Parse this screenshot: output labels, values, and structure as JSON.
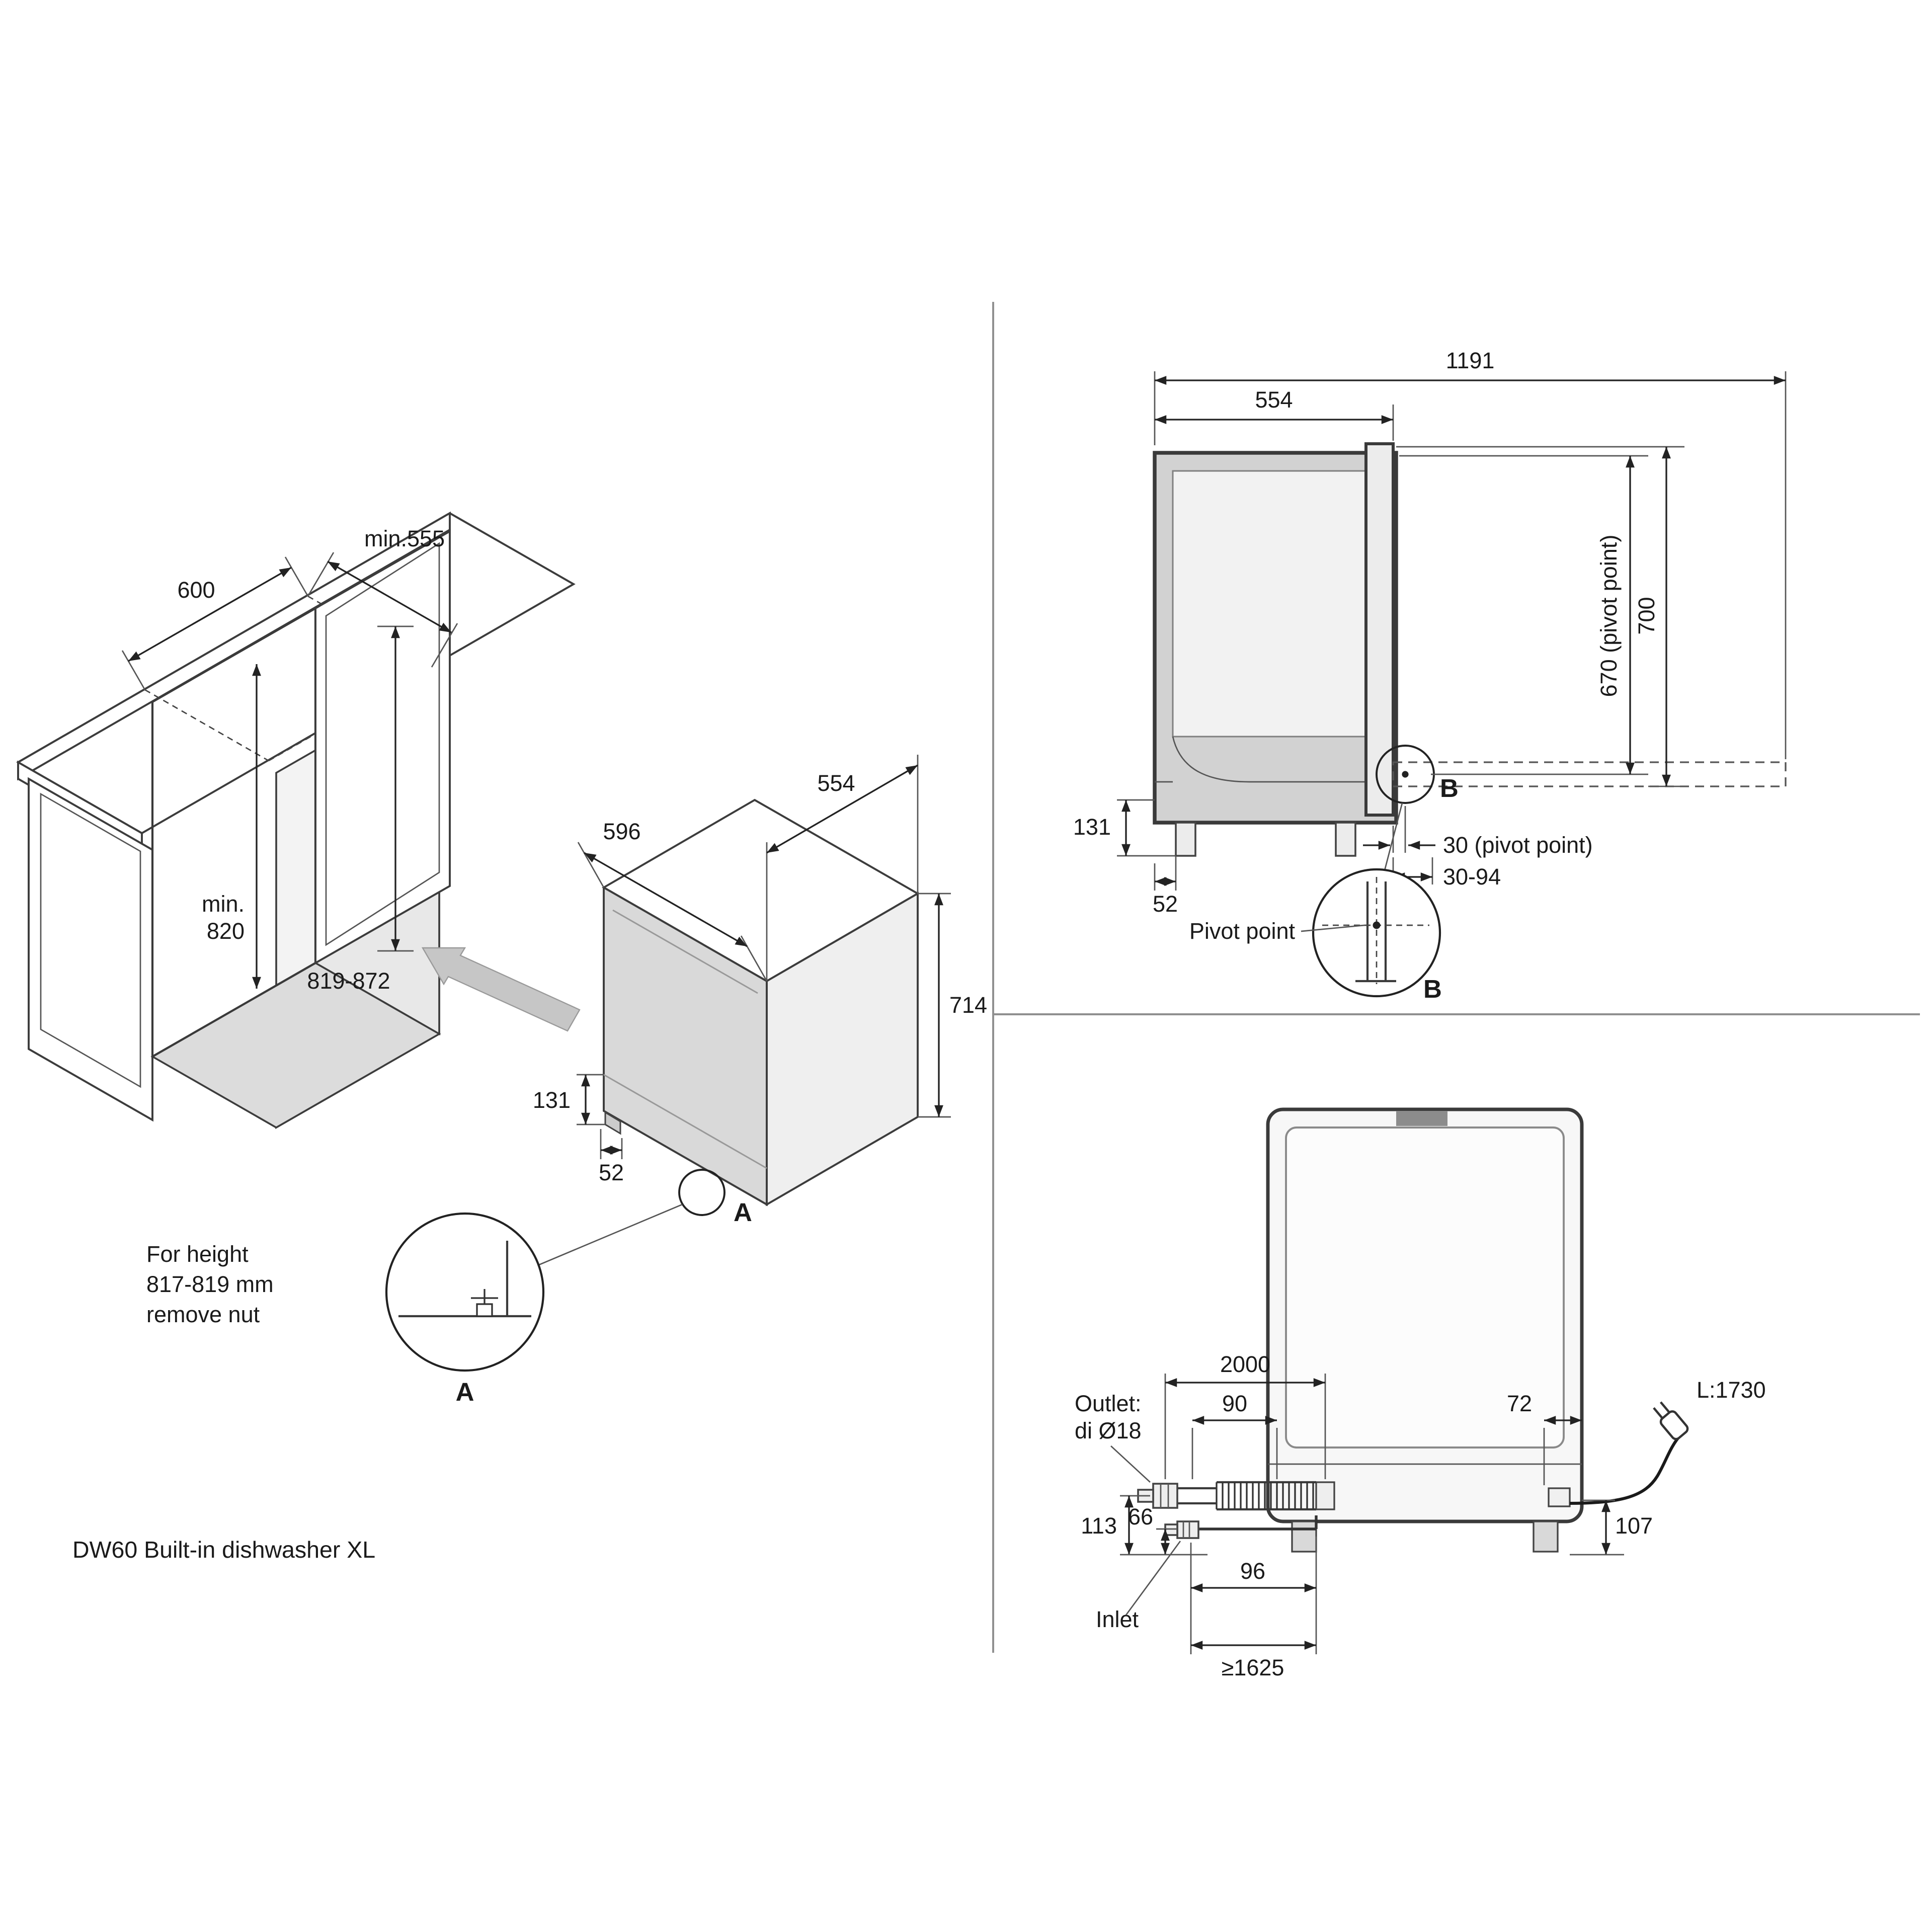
{
  "page": {
    "caption": "DW60 Built-in dishwasher XL"
  },
  "colors": {
    "line": "#2b2b2b",
    "panel_gray": "#d9d9d9",
    "side_gray": "#efefef",
    "arrow_gray": "#c6c6c6",
    "tub_gray": "#d2d2d2"
  },
  "cabinet_view": {
    "opening_width": "600",
    "opening_depth": "min.555",
    "opening_height_l1": "min.",
    "opening_height_l2": "820",
    "cabinet_height": "819-872"
  },
  "dishwasher_iso": {
    "width": "596",
    "depth": "554",
    "height": "714",
    "plinth_height": "131",
    "foot_inset": "52",
    "detail_marker": "A"
  },
  "detail_a": {
    "marker": "A",
    "note_l1": "For height",
    "note_l2": "817-819 mm",
    "note_l3": "remove nut"
  },
  "side_view": {
    "depth_door_open": "1191",
    "depth": "554",
    "pivot_height": "670 (pivot point)",
    "top_height": "700",
    "plinth_height": "131",
    "foot_inset": "52",
    "pivot_offset": "30 (pivot point)",
    "door_clearance": "30-94",
    "detail_marker": "B"
  },
  "detail_b": {
    "marker": "B",
    "label": "Pivot point"
  },
  "rear_view": {
    "drain_hose_length": "2000",
    "outlet_offset": "90",
    "cord_offset": "72",
    "cord_length": "L:1730",
    "outlet_l1": "Outlet:",
    "outlet_l2": "di Ø18",
    "outlet_height": "113",
    "inlet_height": "66",
    "cord_height": "107",
    "inlet_offset": "96",
    "inlet_label": "Inlet",
    "inlet_hose_min": "≥1625"
  }
}
